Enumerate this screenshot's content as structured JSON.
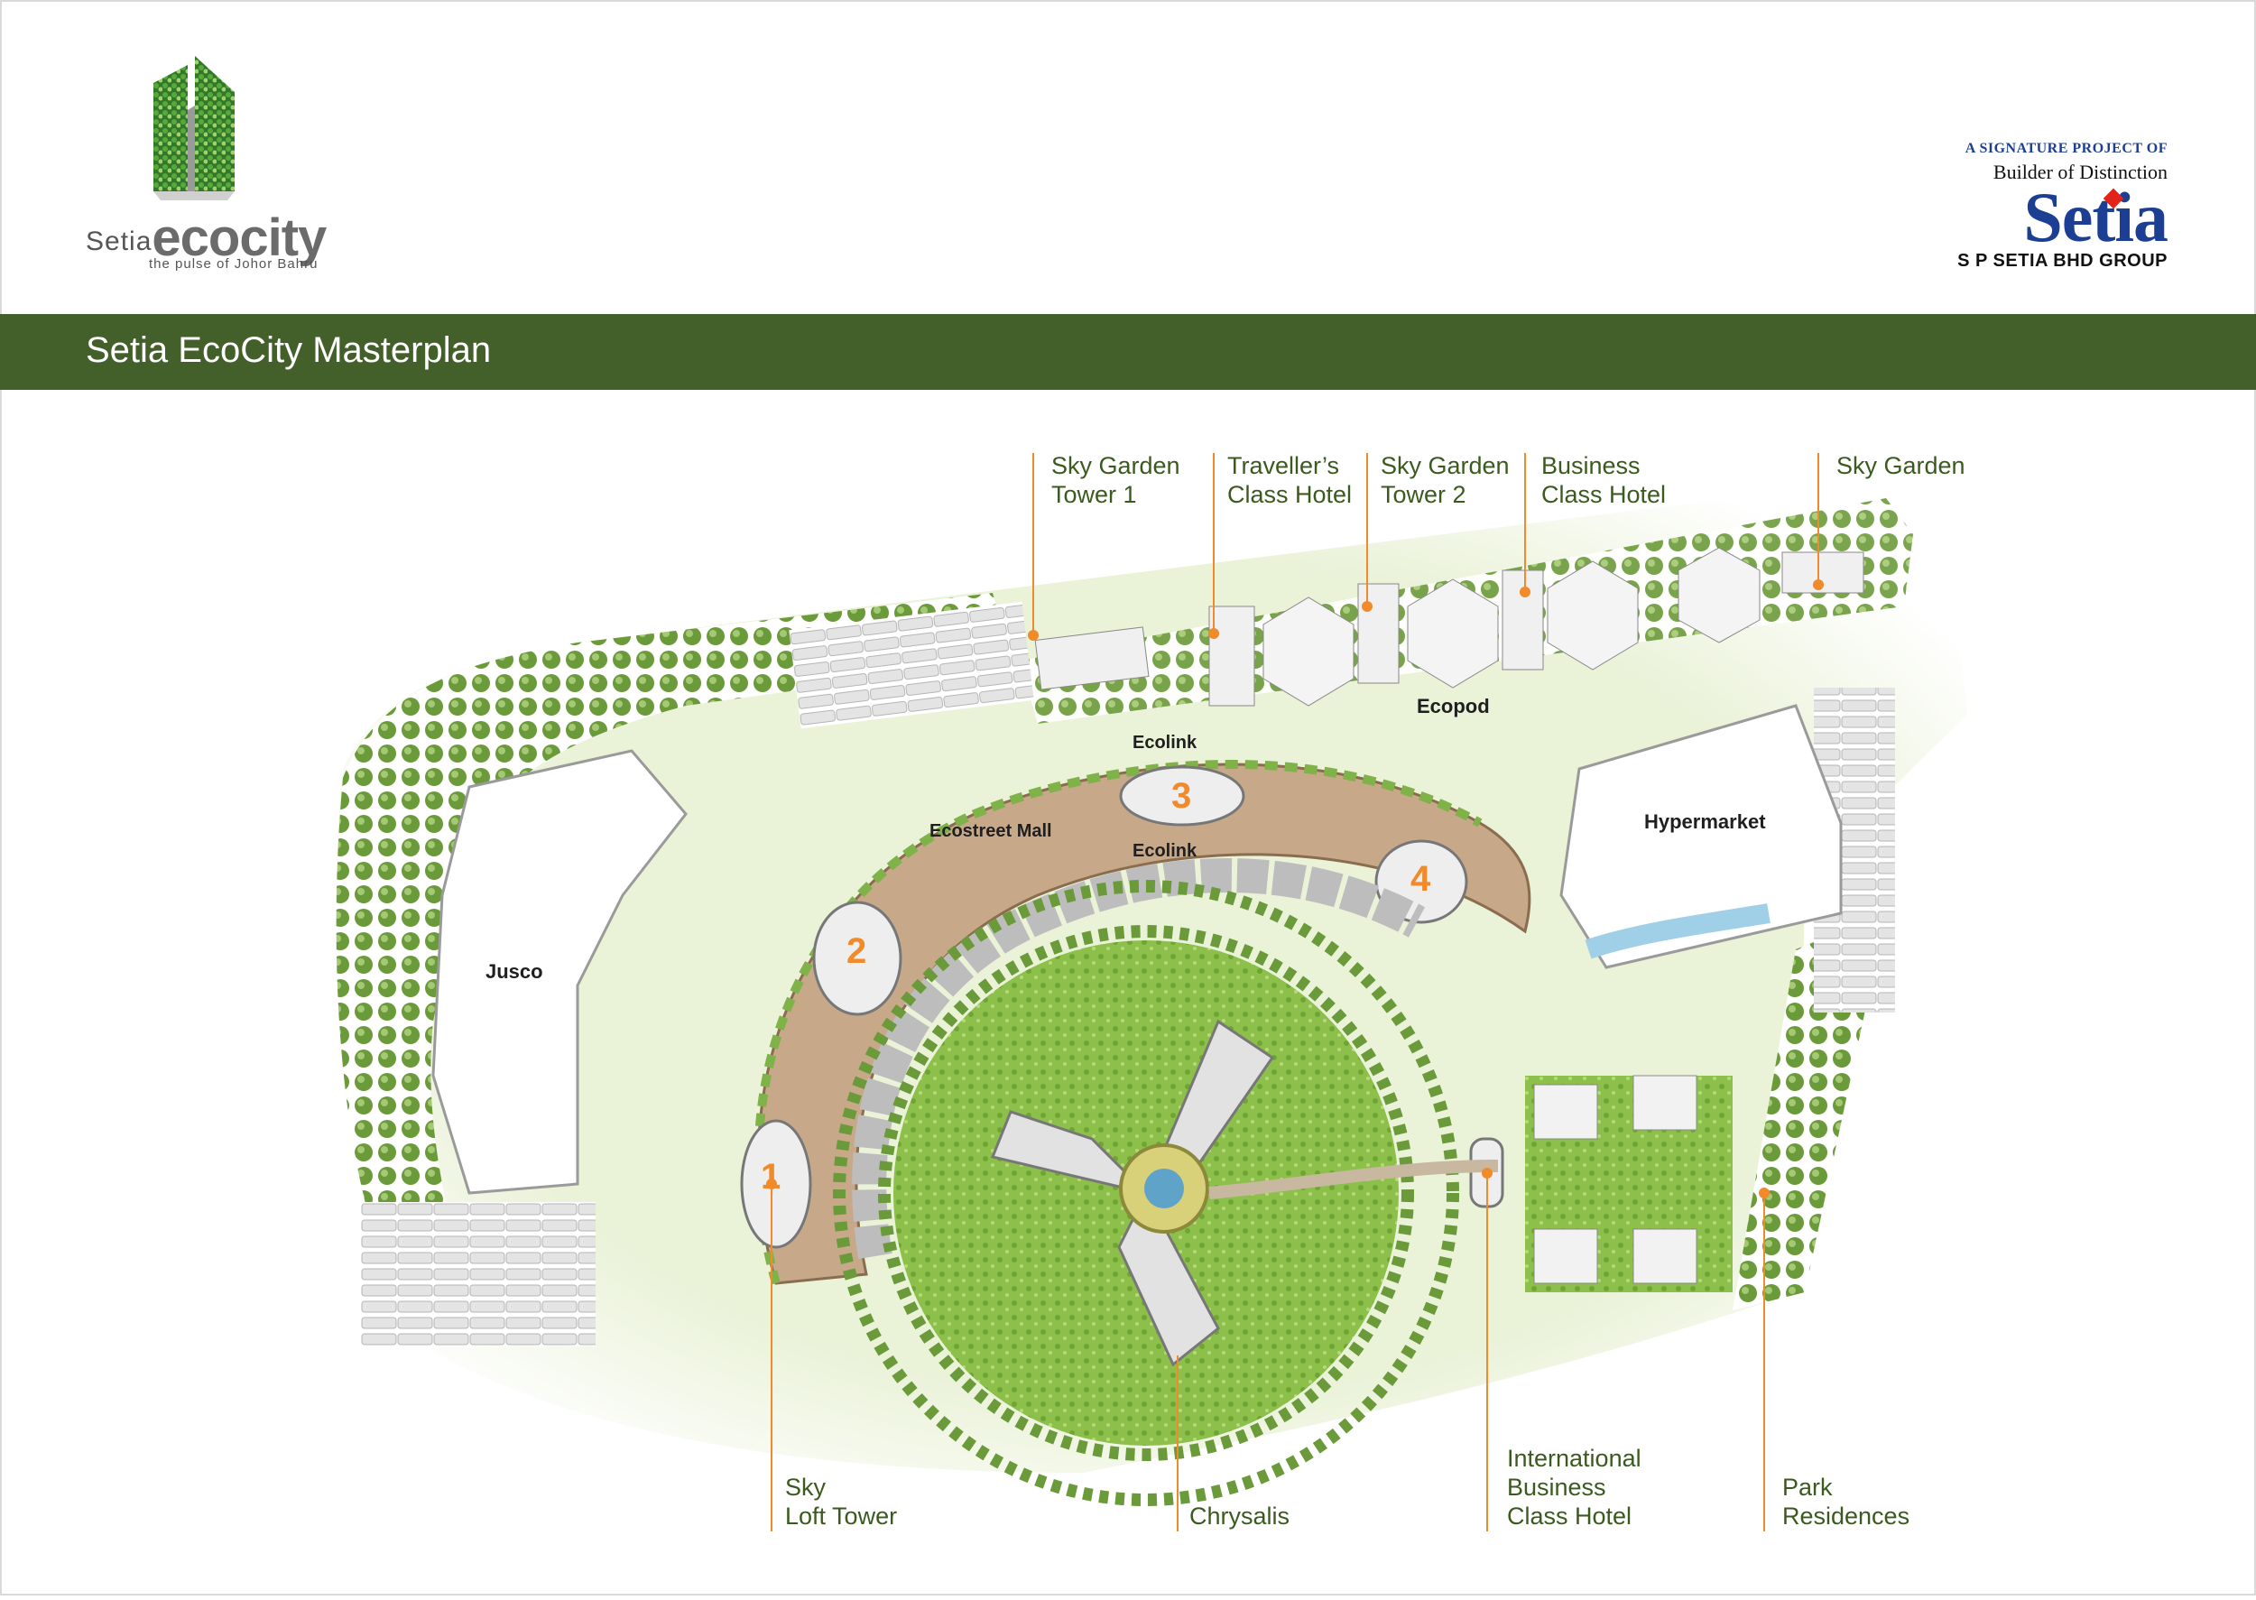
{
  "brand": {
    "eco_prefix": "Setia",
    "eco_name": "ecocity",
    "eco_tagline": "the pulse of Johor Bahru",
    "signature": "A SIGNATURE PROJECT OF",
    "builder": "Builder of Distinction",
    "setia_word": "Setia",
    "group": "S P SETIA BHD GROUP"
  },
  "title": "Setia EcoCity Masterplan",
  "callouts": [
    {
      "name": "sky-garden-tower-1",
      "line1": "Sky Garden",
      "line2": "Tower 1"
    },
    {
      "name": "travellers-class-hotel",
      "line1": "Traveller’s",
      "line2": "Class Hotel"
    },
    {
      "name": "sky-garden-tower-2",
      "line1": "Sky Garden",
      "line2": "Tower 2"
    },
    {
      "name": "business-class-hotel",
      "line1": "Business",
      "line2": "Class Hotel"
    },
    {
      "name": "sky-garden",
      "line1": "Sky Garden",
      "line2": ""
    },
    {
      "name": "sky-loft-tower",
      "line1": "Sky",
      "line2": "Loft Tower"
    },
    {
      "name": "chrysalis",
      "line1": "Chrysalis",
      "line2": ""
    },
    {
      "name": "international-business-class-hotel",
      "line1": "International",
      "line2": "Business",
      "line3": "Class Hotel"
    },
    {
      "name": "park-residences",
      "line1": "Park",
      "line2": "Residences"
    }
  ],
  "map_labels": {
    "ecopod": "Ecopod",
    "ecolink_top": "Ecolink",
    "ecolink_mid": "Ecolink",
    "ecostreet_mall": "Ecostreet Mall",
    "hypermarket": "Hypermarket",
    "jusco": "Jusco"
  },
  "tower_numbers": [
    "1",
    "2",
    "3",
    "4"
  ],
  "colors": {
    "title_bar": "#435f2a",
    "label_text": "#3b5a1e",
    "callout_line": "#f08a2a",
    "tree": "#6b9a3a",
    "lawn": "#8cc04a",
    "setia_blue": "#1c3f93"
  }
}
